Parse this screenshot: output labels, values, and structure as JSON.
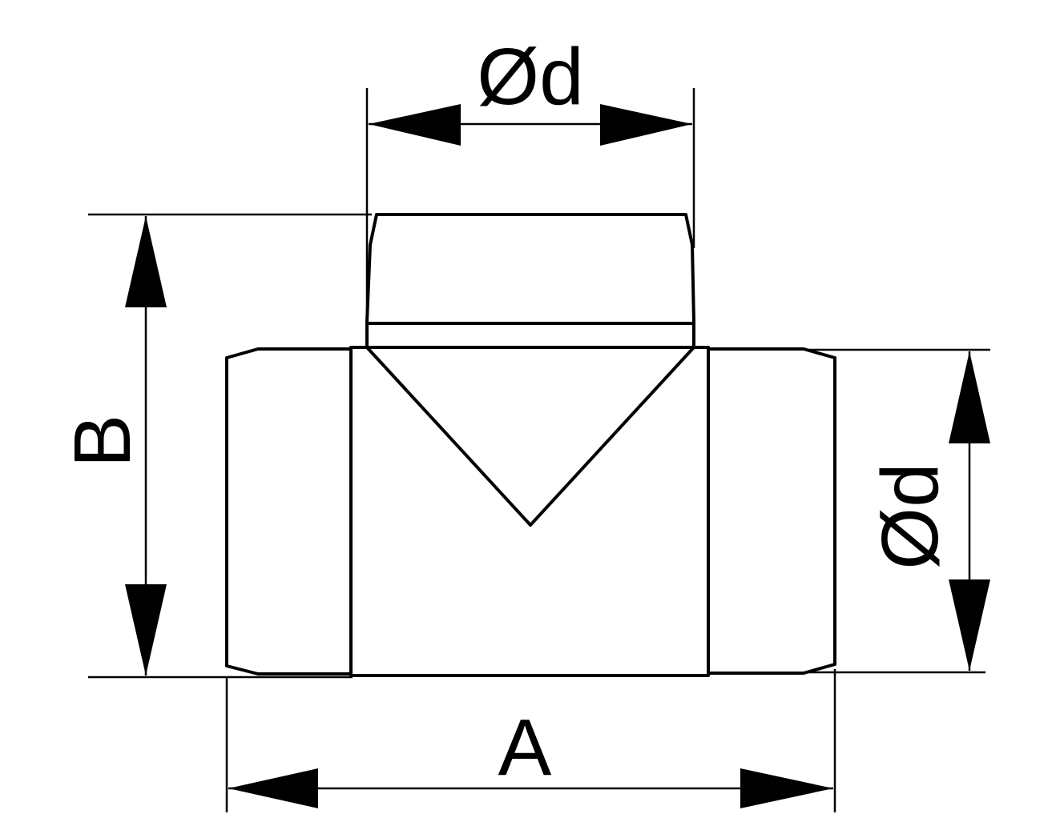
{
  "drawing": {
    "dimensions": {
      "top_diameter": "Ød",
      "side_diameter": "Ød",
      "height": "B",
      "length": "A"
    },
    "colors": {
      "line": "#000000",
      "background": "#ffffff"
    }
  }
}
